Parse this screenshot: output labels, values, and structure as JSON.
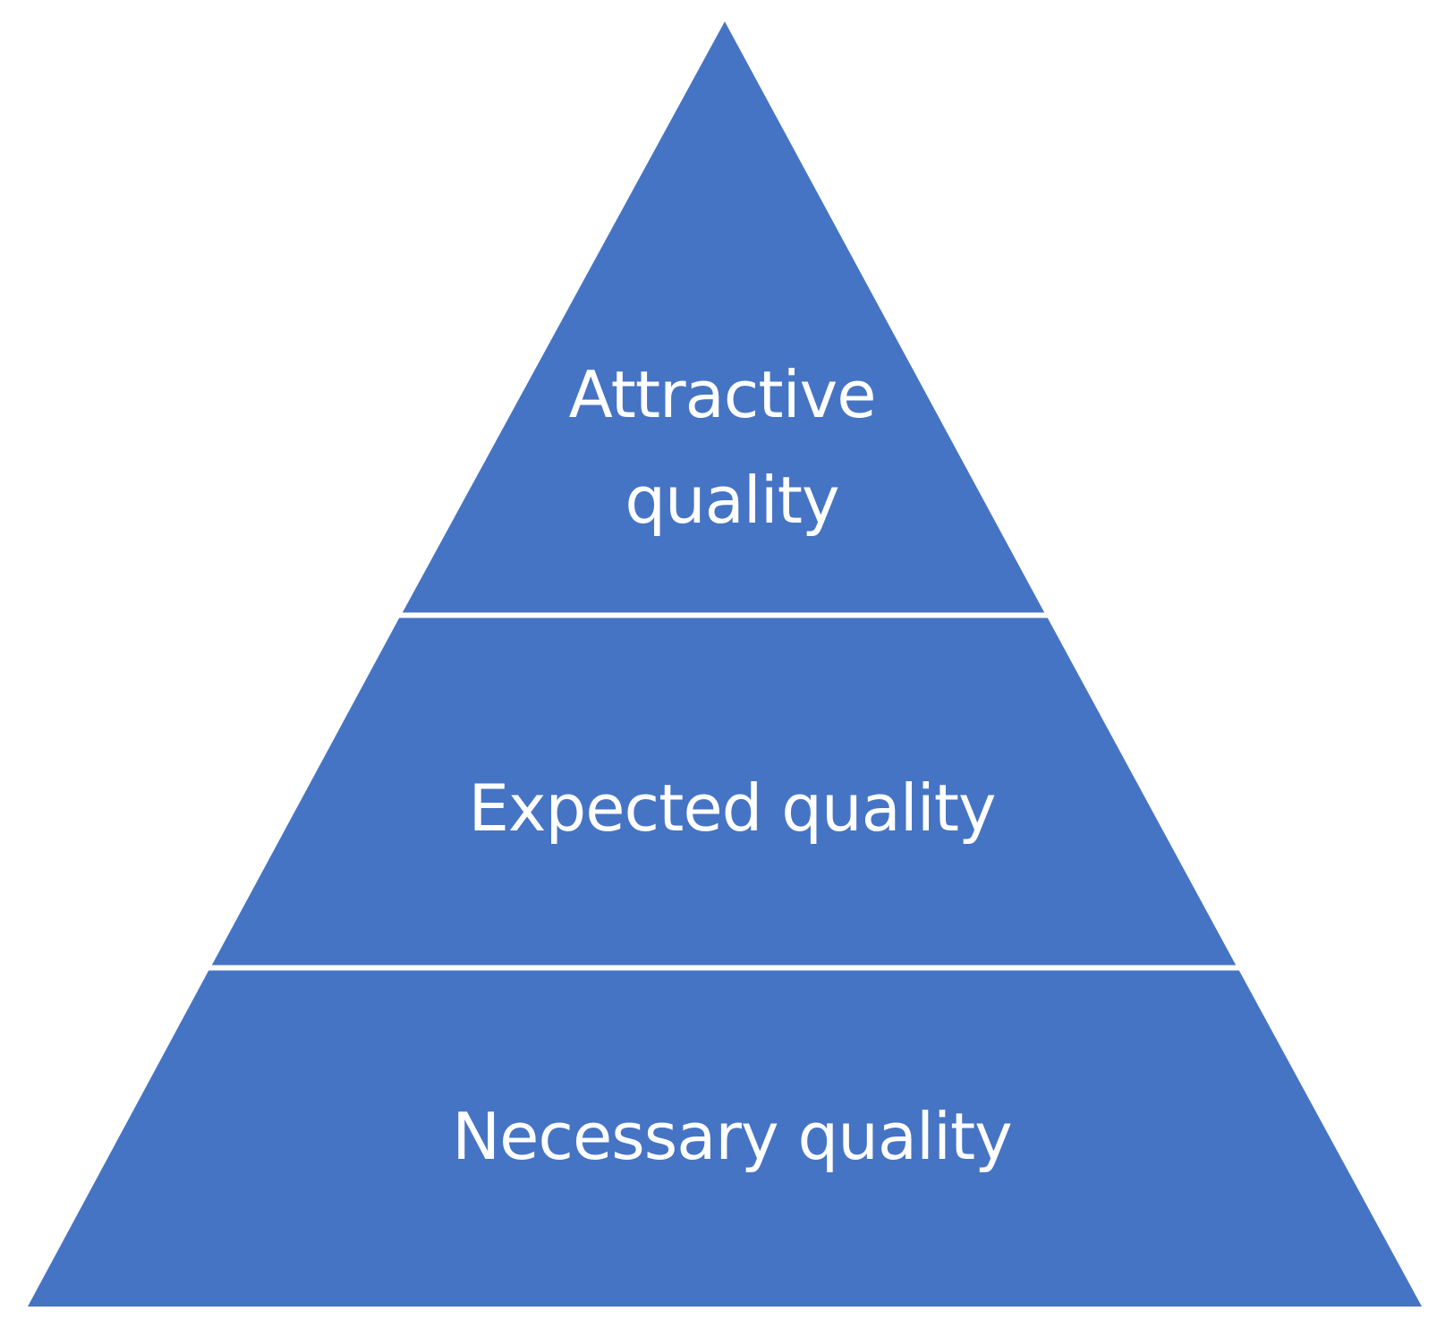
{
  "colors": {
    "fill": "#4674c4",
    "label": "#ffffff",
    "divider": "#ffffff"
  },
  "tiers": [
    {
      "label_lines": [
        "Attractive",
        "quality"
      ]
    },
    {
      "label_lines": [
        "Expected quality"
      ]
    },
    {
      "label_lines": [
        "Necessary quality"
      ]
    }
  ]
}
